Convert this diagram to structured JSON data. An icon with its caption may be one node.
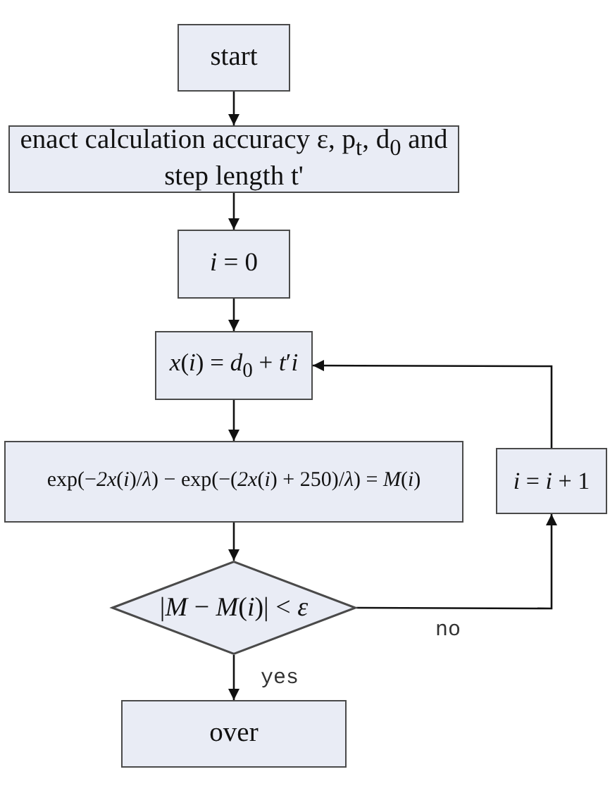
{
  "diagram": {
    "nodes": [
      {
        "text": [
          "start"
        ]
      },
      {
        "text": [
          "enact calculation accuracy ε, p$_{t}$, d$_{0}$ and step length t'"
        ]
      },
      {
        "text": [
          "*i* = 0"
        ]
      },
      {
        "text": [
          "*x*(*i*) = *d*$_{0}$ + *t*′*i*"
        ]
      },
      {
        "text": [
          "exp(−*2x*(*i*)/*λ*) − exp(−(*2x*(*i*) + 250)/*λ*) = *M*(*i*)"
        ]
      },
      {
        "text": [
          "*i* = *i* + 1"
        ]
      },
      {
        "text": [
          "|*M* − *M*(*i*)| < *ε*"
        ]
      },
      {
        "text": [
          "over"
        ]
      }
    ],
    "edges": [
      {
        "from": 0,
        "to": 1,
        "arrow": "to"
      },
      {
        "from": 1,
        "to": 2,
        "arrow": "to"
      },
      {
        "from": 2,
        "to": 3,
        "arrow": "to"
      },
      {
        "from": 3,
        "to": 4,
        "arrow": "to"
      },
      {
        "from": 4,
        "to": 6,
        "arrow": "to"
      },
      {
        "from": 6,
        "to": 7,
        "arrow": "to",
        "label": "yes"
      },
      {
        "from": 6,
        "to": 5,
        "arrow": "to",
        "label": "no"
      },
      {
        "from": 5,
        "to": 3,
        "arrow": "to"
      }
    ]
  }
}
